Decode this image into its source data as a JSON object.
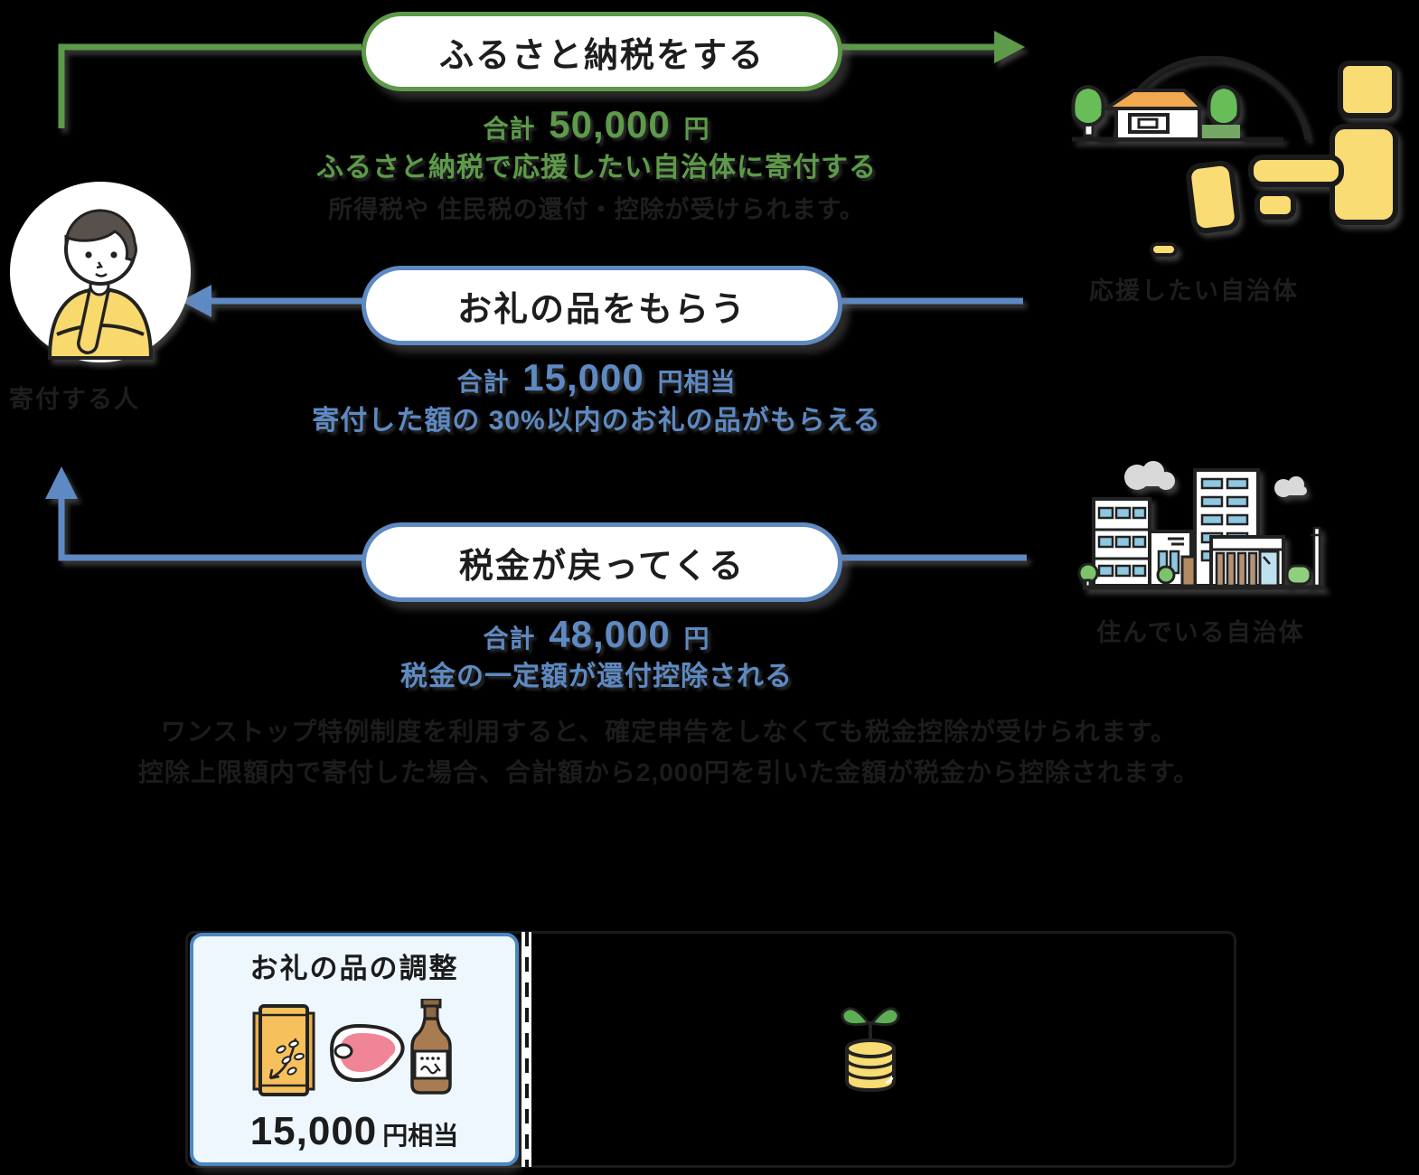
{
  "steps": [
    {
      "title": "ふるさと納税をする",
      "amount": {
        "prefix": "合計",
        "value": "50,000",
        "suffix": "円"
      },
      "desc": "ふるさと納税で応援したい自治体に寄付する",
      "note": "所得税や 住民税の還付・控除が受けられます。",
      "color": "#5d9a49"
    },
    {
      "title": "お礼の品をもらう",
      "amount": {
        "prefix": "合計",
        "value": "15,000",
        "suffix": "円相当"
      },
      "desc": "寄付した額の 30%以内のお礼の品がもらえる",
      "color": "#5e89c2"
    },
    {
      "title": "税金が戻ってくる",
      "amount": {
        "prefix": "合計",
        "value": "48,000",
        "suffix": "円"
      },
      "desc": "税金の一定額が還付控除される",
      "color": "#5e89c2"
    }
  ],
  "actors": {
    "donor_label": "寄付する人",
    "municipality_label": "応援したい自治体",
    "home_label": "住んでいる自治体"
  },
  "footer": {
    "line1": "ワンストップ特例制度を利用すると、確定申告をしなくても税金控除が受けられます。",
    "line2": "控除上限額内で寄付した場合、合計額から2,000円を引いた金額が税金から控除されます。"
  },
  "summary": {
    "card_title": "お礼の品の調整",
    "card_value": "15,000",
    "card_suffix": "円相当",
    "icons": [
      "rice-bag-icon",
      "meat-icon",
      "bottle-icon",
      "coins-sprout-icon"
    ]
  },
  "colors": {
    "green": "#5d9a49",
    "blue": "#5e89c2",
    "map_yellow": "#fadc74",
    "roof_orange": "#f0a94e",
    "tree_green": "#68bd59",
    "meat_pink": "#f08598",
    "bottle_brown": "#a87b50",
    "coin_yellow": "#f8dc74",
    "card_border": "#4c86c4"
  }
}
